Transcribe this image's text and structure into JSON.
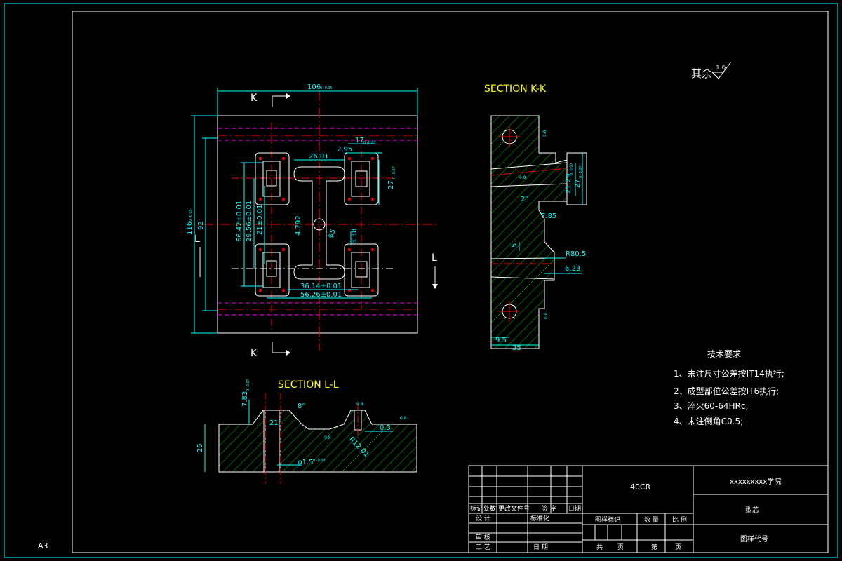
{
  "sheet": {
    "size_label": "A3"
  },
  "roughness": {
    "label": "其余",
    "value": "1.6"
  },
  "views": {
    "section_kk": {
      "title": "SECTION K-K"
    },
    "section_ll": {
      "title": "SECTION L-L"
    },
    "plan": {
      "cut_marks": {
        "k_top": "K",
        "k_bottom": "K",
        "l_left": "L",
        "l_right": "L"
      }
    }
  },
  "dimensions": {
    "plan": {
      "width_top": "106",
      "width_top_tol": "0 -0.05",
      "height_left": "116",
      "height_left_tol": "0 -0.05",
      "d92": "92",
      "d6642": "66.42±0.01",
      "d2956": "29.56±0.01",
      "d21": "21±0.01",
      "d2601": "26.01",
      "d295": "2.95",
      "d17": "17",
      "d17_tol": "0 -0.07",
      "d27": "27",
      "d27_tol": "0 -0.07",
      "d4792": "4.792",
      "dphi": "φ5",
      "d338": "3.38",
      "d3614": "36.14±0.01",
      "d5626": "56.26±0.01"
    },
    "kk": {
      "d2129": "21.29",
      "d2129_tol": "0 -0.07",
      "d27b": "27",
      "d27b_tol": "0 -0.07",
      "ang2": "2°",
      "d785": "7.85",
      "r805": "R80.5",
      "d623": "6.23",
      "d95": "9.5",
      "d25": "25",
      "d5": "5",
      "rough_a": "0.8",
      "rough_b": "0.8",
      "rough_c": "0.8"
    },
    "ll": {
      "d783": "7.83",
      "d783_tol": "0 -0.07",
      "ang8": "8°",
      "ang21": "21°",
      "d03": "0.3",
      "d25": "25",
      "phi15": "φ1.5",
      "phi15_tol": "0 -0.02",
      "r1201": "R12.01",
      "rough_a": "0.8",
      "rough_b": "0.8",
      "rough_c": "0.8"
    }
  },
  "tech_requirements": {
    "title": "技术要求",
    "items": [
      "1、未注尺寸公差按IT14执行;",
      "2、成型部位公差按IT6执行;",
      "3、淬火60-64HRc;",
      "4、未注倒角C0.5;"
    ]
  },
  "title_block": {
    "material": "40CR",
    "school": "xxxxxxxxx学院",
    "part_name": "型芯",
    "drawing_number_label": "图样代号",
    "row_headers": [
      "标记",
      "处数",
      "更改文件号",
      "签 字",
      "日期"
    ],
    "design": "设 计",
    "standardize": "标准化",
    "check": "审 核",
    "process": "工 艺",
    "date": "日 期",
    "stage_mark": "图样标记",
    "quantity": "数 量",
    "scale": "比 例",
    "total": "共",
    "page": "页",
    "sheet_no": "第",
    "page2": "页"
  },
  "colors": {
    "outline": "#ffffff",
    "dimension": "#00ffff",
    "hatch": "#00ff00",
    "center": "#ff0000",
    "hidden": "#ff00ff",
    "label": "#ffff00"
  }
}
